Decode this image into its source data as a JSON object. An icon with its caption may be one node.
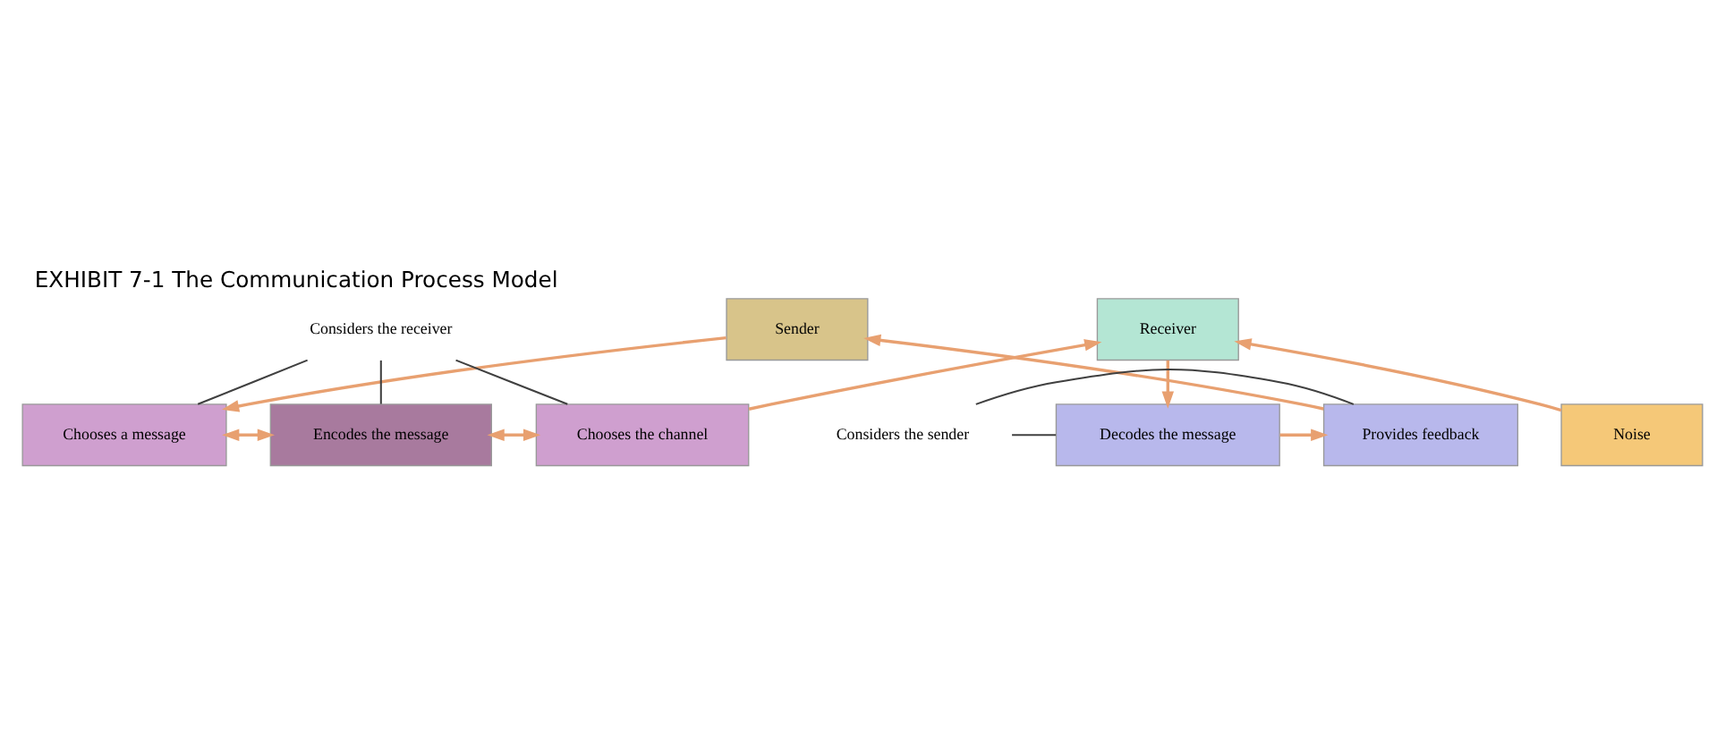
{
  "diagram": {
    "title": "EXHIBIT 7-1 The Communication Process Model",
    "nodes": [
      {
        "text": [
          "Sender"
        ]
      },
      {
        "text": [
          "Chooses a message"
        ]
      },
      {
        "text": [
          "Encodes the message"
        ]
      },
      {
        "text": [
          "Chooses the channel"
        ]
      },
      {
        "text": [
          "Noise"
        ]
      },
      {
        "text": [
          "Receiver"
        ]
      },
      {
        "text": [
          "Decodes the message"
        ]
      },
      {
        "text": [
          "Provides feedback"
        ]
      },
      {
        "text": [
          "Considers the receiver"
        ]
      },
      {
        "text": [
          "Considers the sender"
        ]
      }
    ],
    "edges": [
      {
        "from": 0,
        "to": 1,
        "arrow": "to"
      },
      {
        "from": 1,
        "to": 2,
        "arrow": "both"
      },
      {
        "from": 2,
        "to": 3,
        "arrow": "both"
      },
      {
        "from": 3,
        "to": 5,
        "arrow": "to"
      },
      {
        "from": 4,
        "to": 5,
        "arrow": "to"
      },
      {
        "from": 5,
        "to": 6,
        "arrow": "to"
      },
      {
        "from": 6,
        "to": 7,
        "arrow": "to"
      },
      {
        "from": 7,
        "to": 0,
        "arrow": "to"
      },
      {
        "from": 1,
        "to": 8,
        "arrow": "none",
        "color": "#404040"
      },
      {
        "from": 2,
        "to": 8,
        "arrow": "none",
        "color": "#404040"
      },
      {
        "from": 3,
        "to": 8,
        "arrow": "none",
        "color": "#404040"
      },
      {
        "from": 9,
        "to": 7,
        "arrow": "none",
        "color": "#404040"
      },
      {
        "from": 9,
        "to": 6,
        "arrow": "none",
        "color": "#404040"
      }
    ]
  }
}
